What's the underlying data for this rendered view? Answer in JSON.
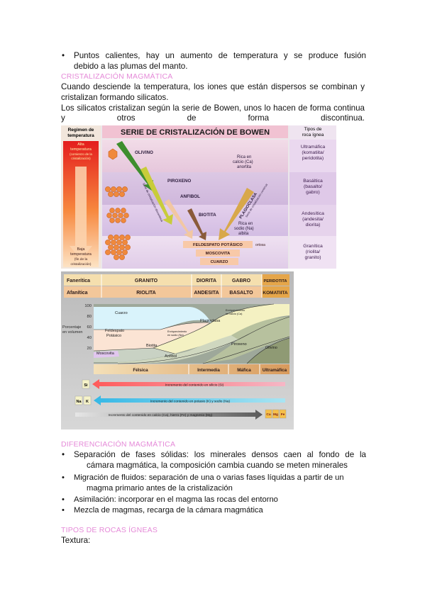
{
  "intro_bullet": {
    "line1": "Puntos calientes, hay un aumento de temperatura y se produce fusión",
    "line2": "debido a las plumas del manto."
  },
  "section_cristalizacion": {
    "heading": "CRISTALIZACIÓN MAGMÁTICA",
    "para1_line1": "Cuando desciende la temperatura, los iones que están dispersos se combinan y",
    "para1_line2": "cristalizan formando silicatos.",
    "para2_line1": "Los silicatos cristalizan según la serie de Bowen, unos lo hacen de forma continua",
    "para2_line2_words": [
      "y",
      "otros",
      "de",
      "forma",
      "discontinua."
    ]
  },
  "bowen_figure": {
    "title": "SERIE DE CRISTALIZACIÓN DE BOWEN",
    "left_header": [
      "Regimen de",
      "temperatura"
    ],
    "right_header": [
      "Tipos de",
      "roca ígnea"
    ],
    "high_temp": [
      "Alta",
      "temperatura",
      "(comienzo de la",
      "cristalización)"
    ],
    "low_temp": [
      "Baja",
      "temperatura",
      "(fin de la",
      "cristalización)"
    ],
    "minerals": {
      "olivino": "OLIVINO",
      "piroxeno": "PIROXENO",
      "anfibol": "ANFIBOL",
      "biotita": "BIOTITA",
      "plagioclasa": "PLAGIOCLASA",
      "feldespato": "FELDESPATO POTÁSICO",
      "ortosa": "ortosa",
      "moscovita": "MOSCOVITA",
      "cuarzo": "CUARZO"
    },
    "calcium_note": [
      "Rica en",
      "calcio (Ca)",
      "anortita"
    ],
    "sodium_note": [
      "Rica en",
      "sodio (Na)",
      "albita"
    ],
    "serie_discontinua": "Serie de cristalización discontinua",
    "serie_continua": "Serie de cristalización continua",
    "rock_types": [
      [
        "Ultramáfica",
        "(komatiita/",
        "peridotita)"
      ],
      [
        "Basáltica",
        "(basalto/",
        "gabro)"
      ],
      [
        "Andesítica",
        "(andesita/",
        "diorita)"
      ],
      [
        "Granítica",
        "(riolita/",
        "granito)"
      ]
    ]
  },
  "composition_figure": {
    "row1_label": "Fanerítica",
    "row1": [
      "GRANITO",
      "DIORITA",
      "GABRO",
      "PERIDOTITA"
    ],
    "row2_label": "Afanítica",
    "row2": [
      "RIOLITA",
      "ANDESITA",
      "BASALTO",
      "KOMATIITA"
    ],
    "y_axis_label": [
      "Porcentaje",
      "en volumen"
    ],
    "y_ticks": [
      "100",
      "80",
      "60",
      "40",
      "20"
    ],
    "regions": {
      "cuarzo": "Cuarzo",
      "plagioclasa": "Plagioclasa",
      "feldespato": [
        "Feldespato",
        "Potásico"
      ],
      "biotita": "Biotita",
      "moscovita": "Moscovita",
      "anfibol": "Anfíbol",
      "piroxeno": "Piroxeno",
      "olivino": "Olivino",
      "enriq_ca": [
        "Enriquecimiento",
        "en calcio (Ca)"
      ],
      "enriq_na": [
        "Enriquecimiento",
        "en sodio (Na)"
      ]
    },
    "composition": [
      "Félsica",
      "Intermedia",
      "Máfica",
      "Ultramáfica"
    ],
    "arrows": {
      "silicio": "Incremento del contenido en silicio (Si)",
      "potasio": "Incremento del contenido en potasio (K) y sodio (Na)",
      "calcio": "Incremento del contenido en calcio (Ca), hierro (Fe) y magnesio (Mg)"
    },
    "element_boxes": {
      "si": "Si",
      "na": "Na",
      "k": "K",
      "ca": "Ca",
      "mg": "Mg",
      "fe": "Fe"
    }
  },
  "section_diferenciacion": {
    "heading": "DIFERENCIACIÓN MAGMÁTICA",
    "bullets": [
      [
        "Separación de fases sólidas: los minerales densos caen al fondo de la",
        "cámara magmática, la composición cambia cuando se meten minerales"
      ],
      [
        "Migración de fluidos: separación de una o varias fases líquidas a partir de un",
        "magma primario antes de la cristalización"
      ],
      [
        "Asimilación: incorporar en el magma las rocas del entorno"
      ],
      [
        "Mezcla de magmas, recarga de la cámara magmática"
      ]
    ]
  },
  "section_tipos": {
    "heading": "TIPOS DE ROCAS ÍGNEAS",
    "textura": "Textura:"
  },
  "colors": {
    "heading_pink": "#e58ad8",
    "fig_bg": "#f4ecd2"
  }
}
